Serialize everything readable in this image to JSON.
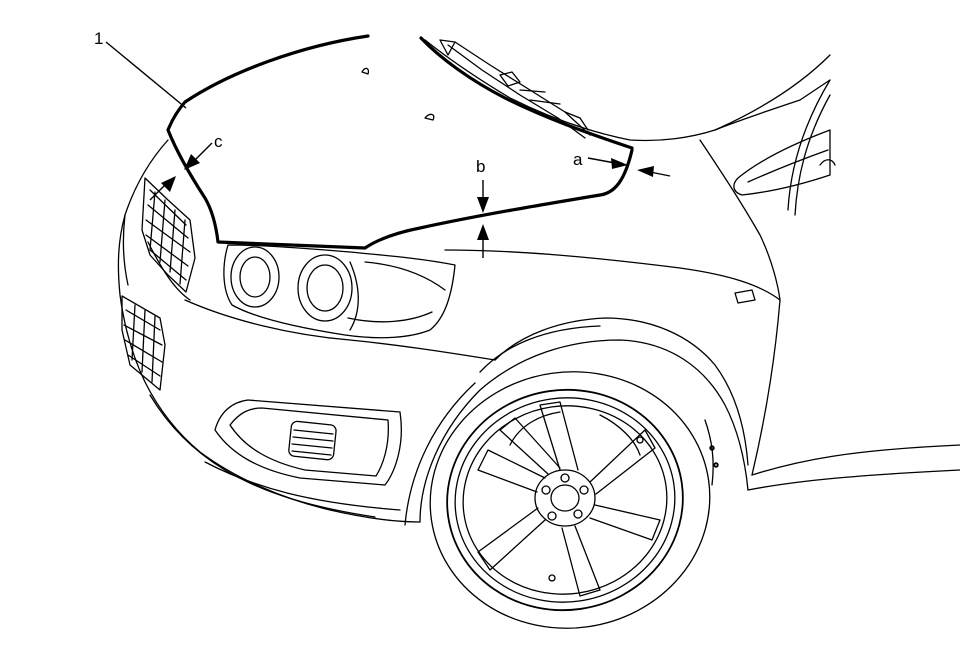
{
  "callouts": {
    "part_number": "1",
    "gap_a": "a",
    "gap_b": "b",
    "gap_c": "c"
  },
  "colors": {
    "line": "#000000",
    "background": "#ffffff"
  }
}
